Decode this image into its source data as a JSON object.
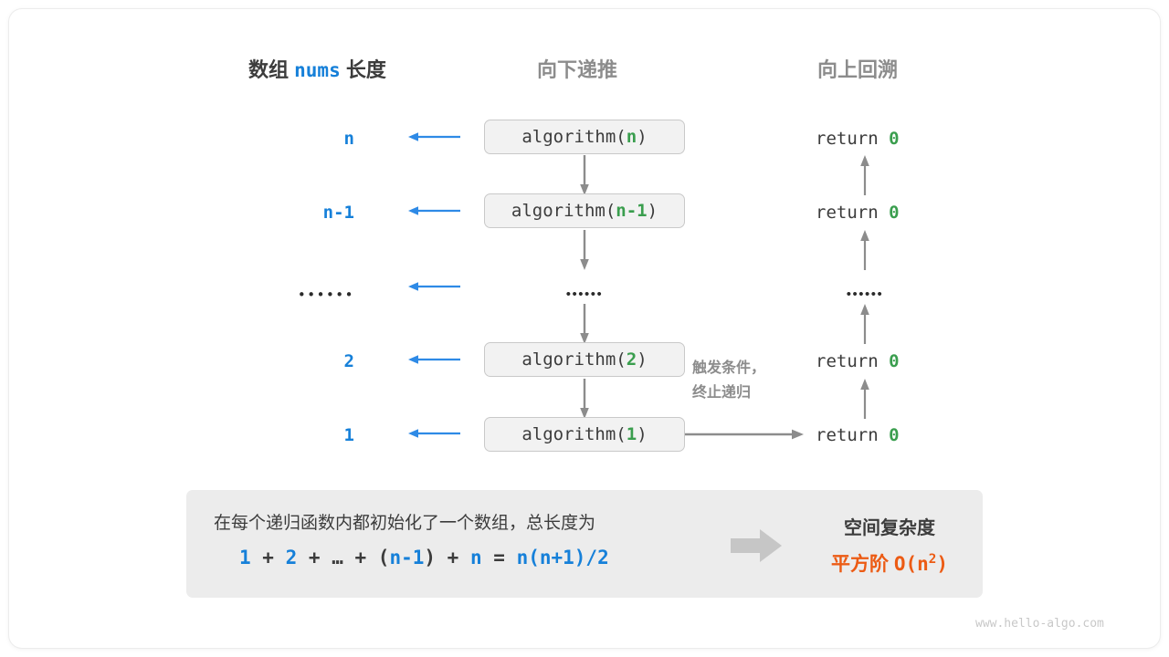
{
  "headers": {
    "left_prefix": "数组",
    "left_mono": "nums",
    "left_suffix": "长度",
    "middle": "向下递推",
    "right": "向上回溯"
  },
  "colors": {
    "blue": "#1680d9",
    "green": "#3a9e4e",
    "gray": "#8c8c8c",
    "dark": "#3c3c3c",
    "orange": "#ec5b14",
    "panel": "#ececec",
    "box_fill": "#f2f2f2",
    "box_border": "#c9c9c9"
  },
  "rows": [
    {
      "length": "n",
      "call_name": "algorithm(",
      "call_arg": "n",
      "call_close": ")",
      "return_text": "return",
      "return_value": "0"
    },
    {
      "length": "n-1",
      "call_name": "algorithm(",
      "call_arg": "n-1",
      "call_close": ")",
      "return_text": "return",
      "return_value": "0"
    },
    {
      "length": "••••••",
      "call_name": "••••••",
      "call_arg": "",
      "call_close": "",
      "return_text": "••••••",
      "return_value": ""
    },
    {
      "length": "2",
      "call_name": "algorithm(",
      "call_arg": "2",
      "call_close": ")",
      "return_text": "return",
      "return_value": "0"
    },
    {
      "length": "1",
      "call_name": "algorithm(",
      "call_arg": "1",
      "call_close": ")",
      "return_text": "return",
      "return_value": "0"
    }
  ],
  "trigger_note": {
    "line1": "触发条件，",
    "line2": "终止递归"
  },
  "summary": {
    "description": "在每个递归函数内都初始化了一个数组，总长度为",
    "formula_parts": [
      {
        "t": "1",
        "c": "blue"
      },
      {
        "t": " + ",
        "c": "dark"
      },
      {
        "t": "2",
        "c": "blue"
      },
      {
        "t": " + ",
        "c": "dark"
      },
      {
        "t": "…",
        "c": "dark"
      },
      {
        "t": " + ",
        "c": "dark"
      },
      {
        "t": "(",
        "c": "dark"
      },
      {
        "t": "n-1",
        "c": "blue"
      },
      {
        "t": ")",
        "c": "dark"
      },
      {
        "t": " + ",
        "c": "dark"
      },
      {
        "t": "n",
        "c": "blue"
      },
      {
        "t": " = ",
        "c": "dark"
      },
      {
        "t": "n(n+1)/2",
        "c": "blue"
      }
    ],
    "result_title": "空间复杂度",
    "result_label": "平方阶",
    "result_notation": "O(n",
    "result_exponent": "2",
    "result_notation_close": ")"
  },
  "watermark": "www.hello-algo.com"
}
